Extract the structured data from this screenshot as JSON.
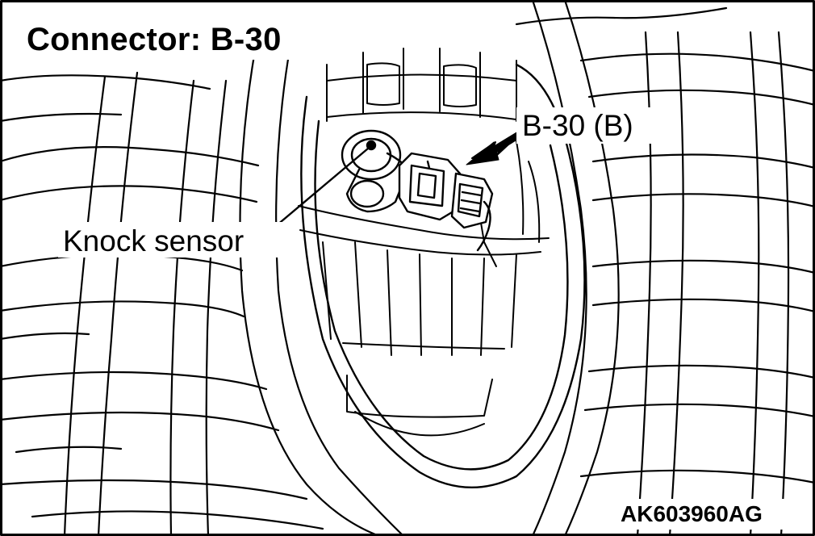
{
  "title": "Connector: B-30",
  "labels": {
    "connector_callout": "B-30 (B)",
    "sensor_callout": "Knock sensor"
  },
  "figure_id": "AK603960AG"
}
